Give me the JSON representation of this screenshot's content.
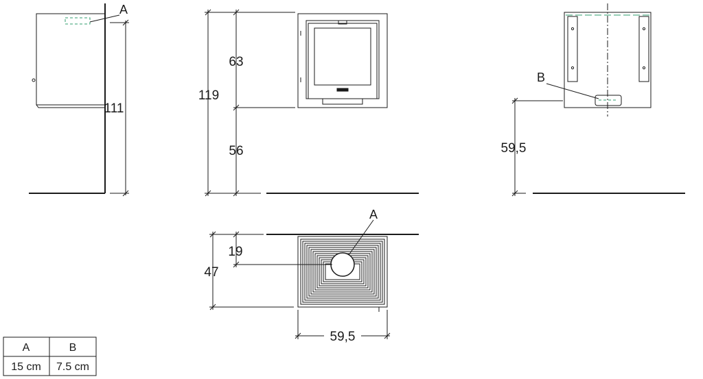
{
  "side_view": {
    "label_a": "A",
    "dim_height": "111"
  },
  "front_view": {
    "dim_total": "119",
    "dim_upper": "63",
    "dim_lower": "56"
  },
  "rear_view": {
    "label_b": "B",
    "dim_height": "59,5"
  },
  "top_view": {
    "label_a": "A",
    "dim_depth": "47",
    "dim_offset": "19",
    "dim_width": "59,5"
  },
  "legend_table": {
    "headers": [
      "A",
      "B"
    ],
    "values": [
      "15 cm",
      "7.5 cm"
    ]
  },
  "colors": {
    "line": "#1a1a1a",
    "outlet": "#2f9e6e"
  }
}
